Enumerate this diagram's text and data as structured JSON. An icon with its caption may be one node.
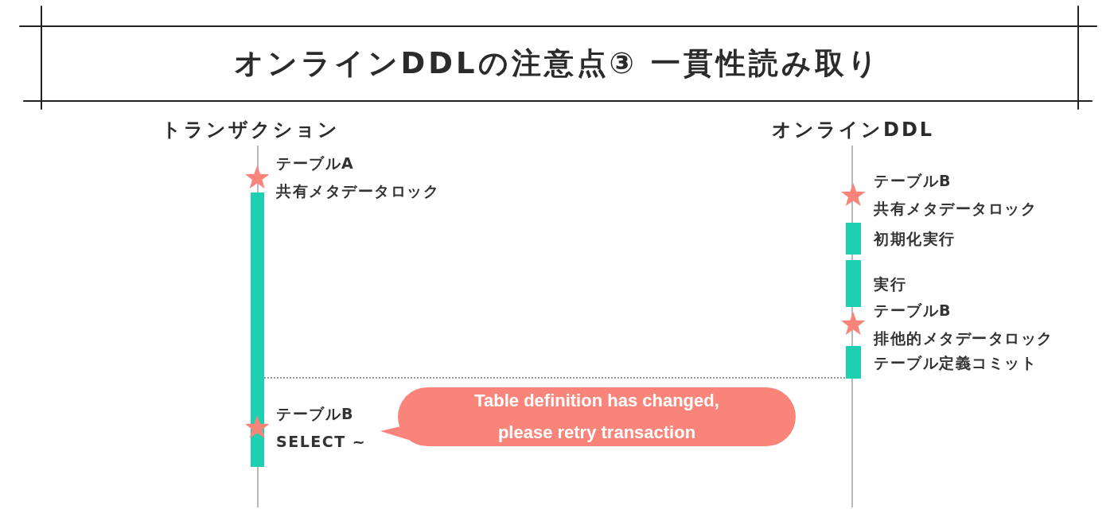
{
  "diagram": {
    "title": "オンラインDDLの注意点③ 一貫性読み取り",
    "nodes": [
      {
        "text": [
          "トランザクション"
        ]
      },
      {
        "text": [
          "オンラインDDL"
        ]
      },
      {
        "text": [],
        "shape": "bar"
      },
      {
        "text": [],
        "shape": "bar",
        "beside": [
          "初期化実行"
        ]
      },
      {
        "text": [],
        "shape": "bar",
        "beside": [
          "実行"
        ]
      },
      {
        "text": [],
        "shape": "bar",
        "beside": [
          "テーブル定義コミット"
        ]
      },
      {
        "text": [
          "Table definition has changed, please retry transaction"
        ]
      }
    ],
    "edges": [
      {
        "from": 2,
        "to": 5,
        "arrow": "none",
        "style": "dashed"
      }
    ],
    "labels": [
      "テーブルA",
      "共有メタデータロック",
      "テーブルB",
      "共有メタデータロック",
      "テーブルB",
      "排他的メタデータロック",
      "テーブルB",
      "SELECT ~"
    ]
  }
}
